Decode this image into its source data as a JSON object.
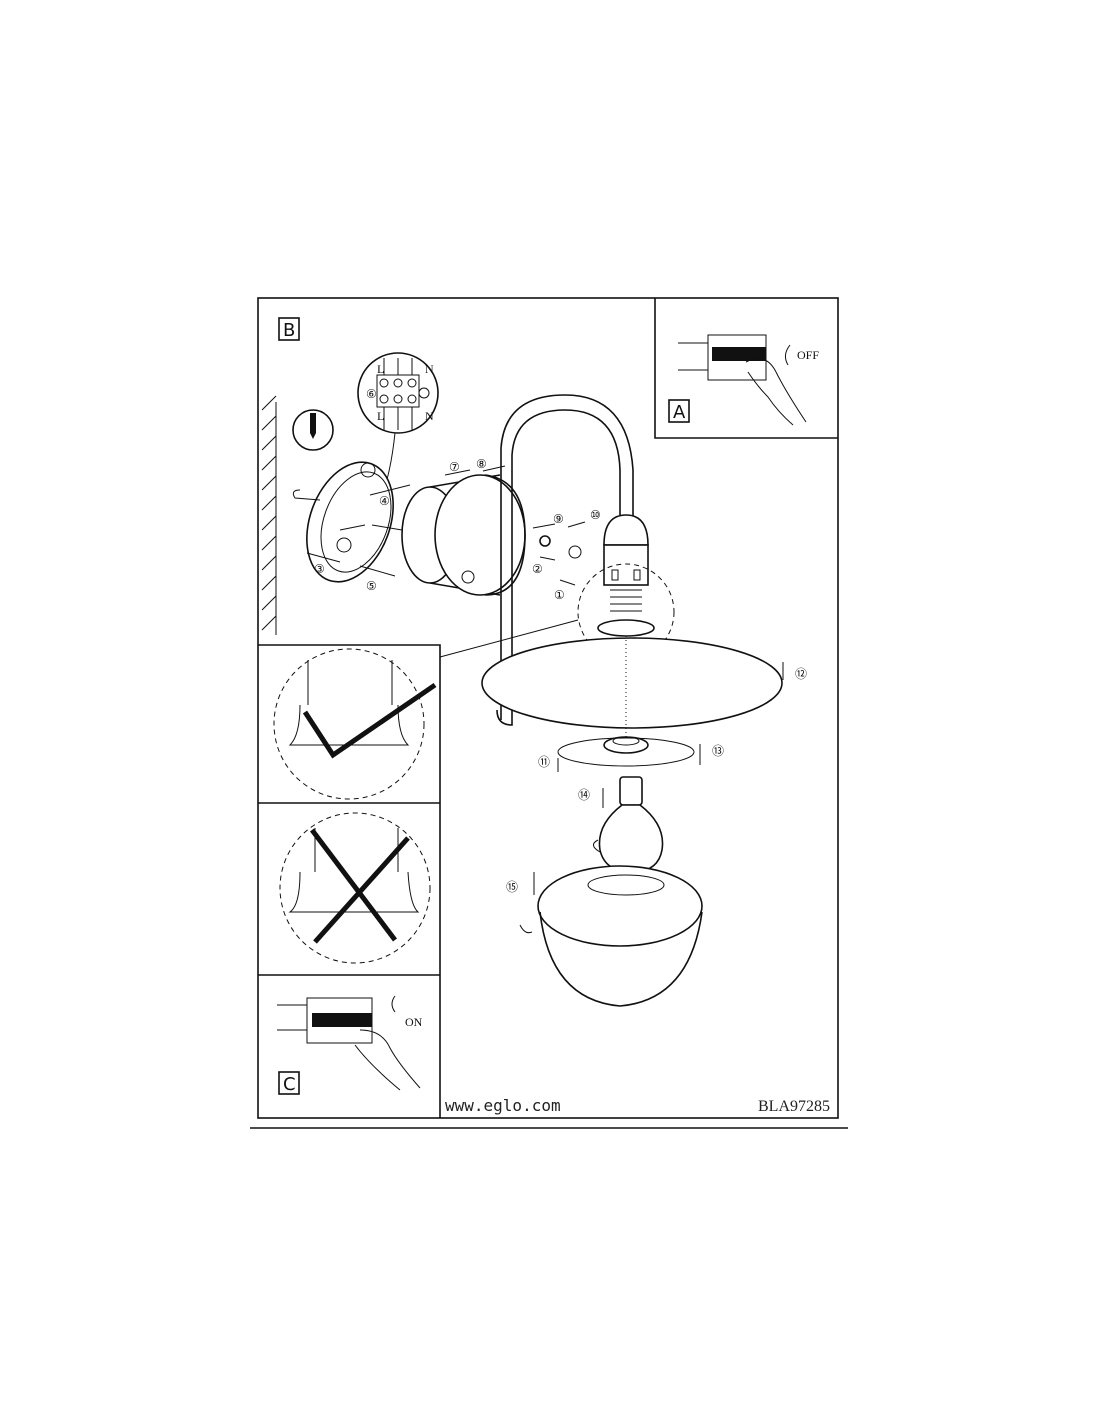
{
  "panels": {
    "main_label": "B",
    "off_label": "A",
    "on_label": "C",
    "off_text": "OFF",
    "on_text": "ON"
  },
  "wiring": {
    "live_top": "L",
    "neutral_top": "N",
    "live_bottom": "L",
    "neutral_bottom": "N"
  },
  "steps": [
    "①",
    "②",
    "③",
    "④",
    "⑤",
    "⑥",
    "⑦",
    "⑧",
    "⑨",
    "⑩",
    "⑪",
    "⑫",
    "⑬",
    "⑭",
    "⑮"
  ],
  "footer": {
    "website": "www.eglo.com",
    "doc_code": "BLA97285"
  },
  "colors": {
    "ink": "#111111",
    "paper": "#ffffff"
  }
}
